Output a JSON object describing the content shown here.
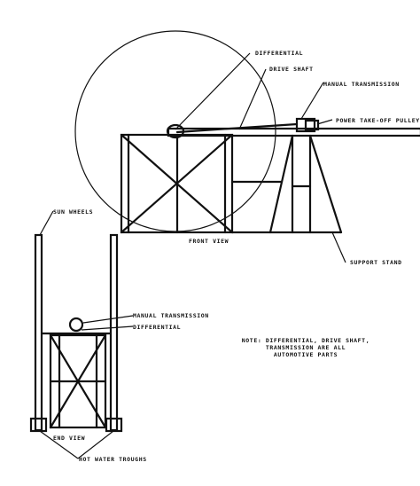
{
  "labels": {
    "differential_top": "DIFFERENTIAL",
    "drive_shaft": "DRIVE SHAFT",
    "manual_transmission_top": "MANUAL TRANSMISSION",
    "power_takeoff": "POWER TAKE-OFF PULLEY",
    "front_view": "FRONT VIEW",
    "support_stand": "SUPPORT STAND",
    "sun_wheels": "SUN WHEELS",
    "manual_transmission_end": "MANUAL TRANSMISSION",
    "differential_end": "DIFFERENTIAL",
    "end_view": "END VIEW",
    "hot_water_troughs": "HOT WATER TROUGHS"
  },
  "note": {
    "line1": "NOTE: DIFFERENTIAL, DRIVE SHAFT,",
    "line2": "TRANSMISSION ARE ALL",
    "line3": "AUTOMOTIVE PARTS"
  }
}
